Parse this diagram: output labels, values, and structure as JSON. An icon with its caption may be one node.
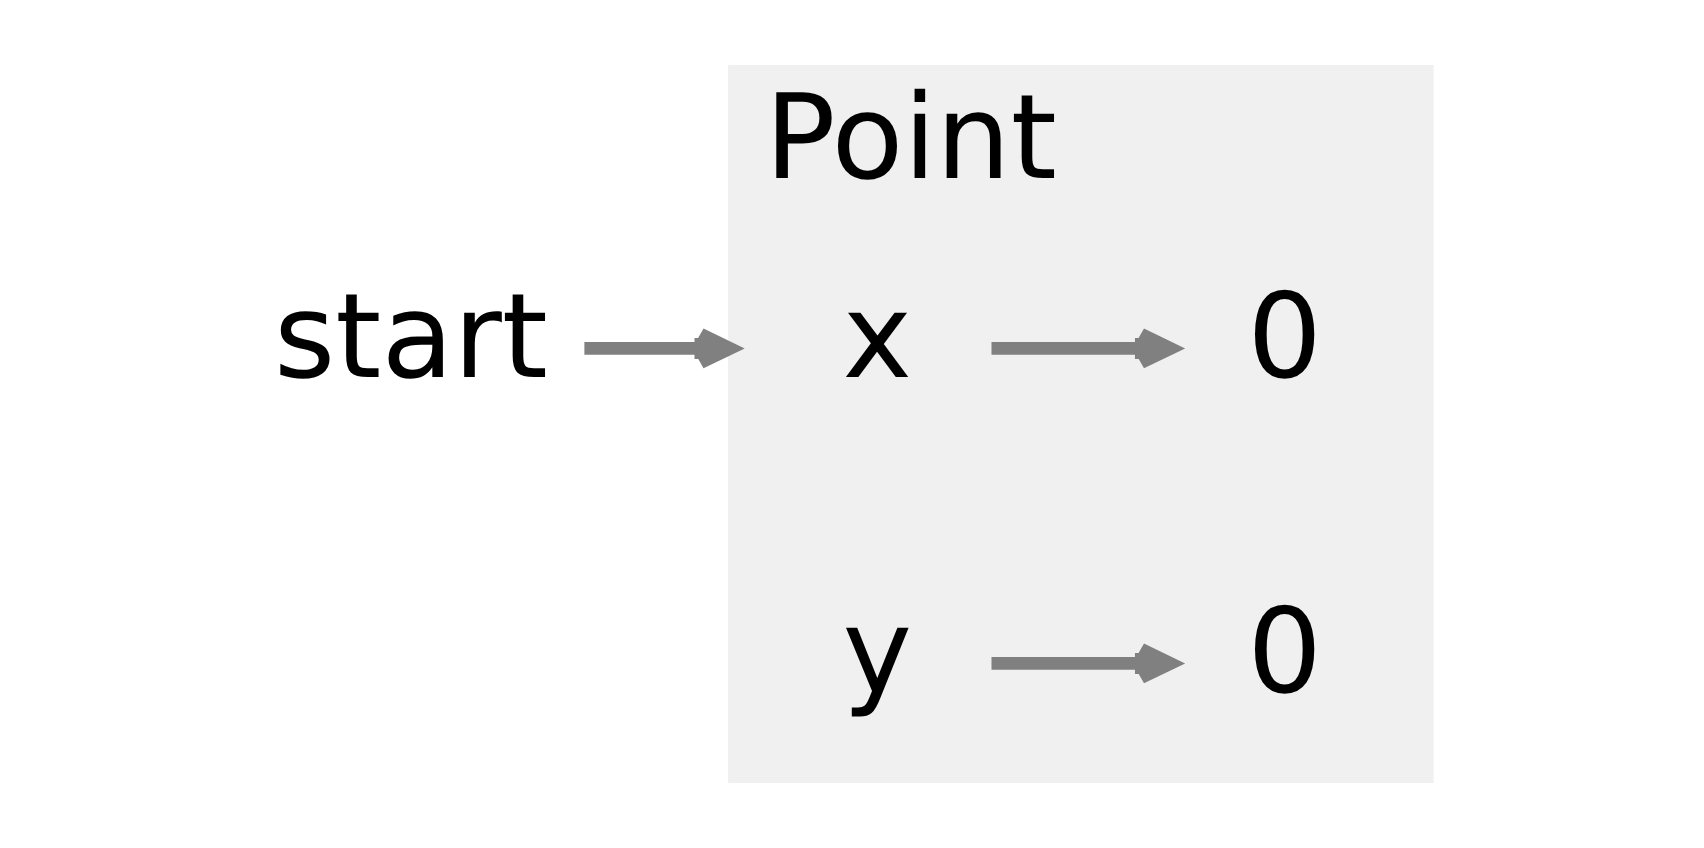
{
  "diagram": {
    "nodes": [
      {
        "text": [
          "start"
        ]
      },
      {
        "text": [
          "Point"
        ]
      },
      {
        "text": [
          "x"
        ],
        "in": 1
      },
      {
        "text": [
          "0"
        ],
        "in": 1
      },
      {
        "text": [
          "y"
        ],
        "in": 1
      },
      {
        "text": [
          "0"
        ],
        "in": 1
      }
    ],
    "edges": [
      {
        "from": 0,
        "to": 1,
        "arrow": "to"
      },
      {
        "from": 2,
        "to": 3,
        "arrow": "to"
      },
      {
        "from": 4,
        "to": 5,
        "arrow": "to"
      }
    ]
  }
}
